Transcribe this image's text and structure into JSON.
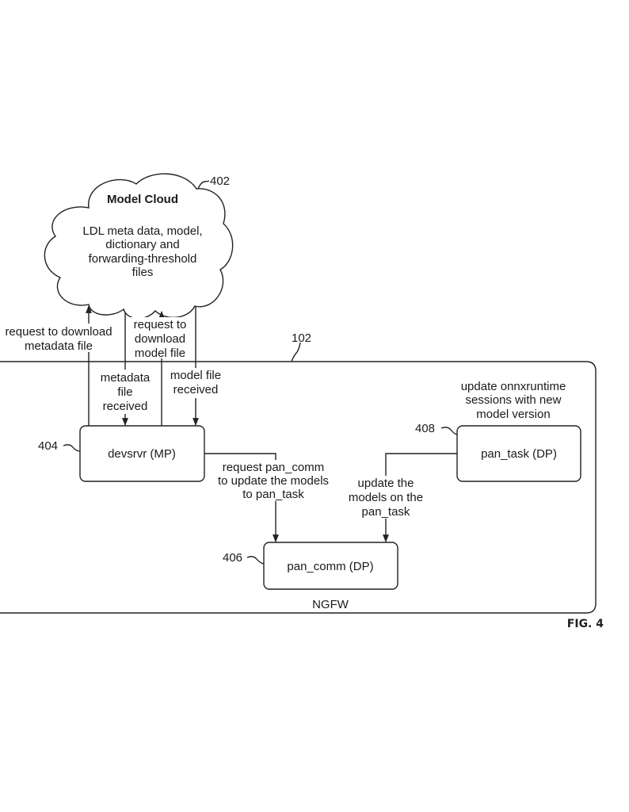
{
  "figure": {
    "label": "FIG. 4"
  },
  "cloud": {
    "ref": "402",
    "title": "Model Cloud",
    "lines": [
      "LDL meta data, model,",
      "dictionary and",
      "forwarding-threshold",
      "files"
    ]
  },
  "ngfw": {
    "ref": "102",
    "label": "NGFW"
  },
  "nodes": {
    "devsrvr": {
      "ref": "404",
      "label": "devsrvr (MP)"
    },
    "pan_comm": {
      "ref": "406",
      "label": "pan_comm (DP)"
    },
    "pan_task": {
      "ref": "408",
      "label": "pan_task (DP)",
      "note": [
        "update onnxruntime",
        "sessions with new",
        "model version"
      ]
    }
  },
  "edges": {
    "req_metadata": [
      "request to download",
      "metadata file"
    ],
    "metadata_received": [
      "metadata",
      "file",
      "received"
    ],
    "req_model": [
      "request to",
      "download",
      "model file"
    ],
    "model_received": [
      "model file",
      "received"
    ],
    "req_pan_comm": [
      "request pan_comm",
      "to update the models",
      "to pan_task"
    ],
    "update_models": [
      "update the",
      "models on the",
      "pan_task"
    ]
  }
}
